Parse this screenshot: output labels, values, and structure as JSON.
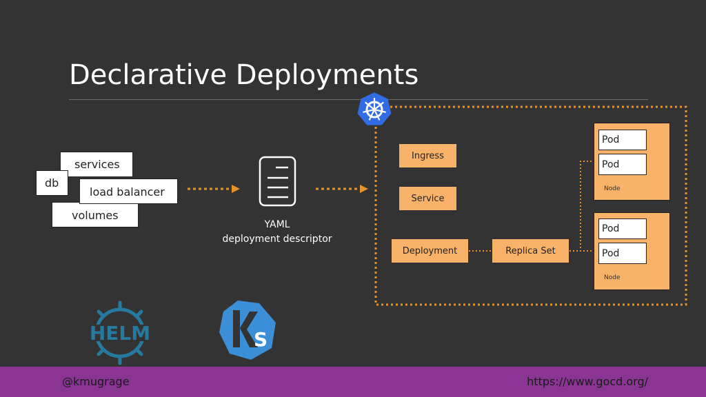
{
  "slide": {
    "title": "Declarative Deployments"
  },
  "resources": {
    "services": "services",
    "db": "db",
    "load_balancer": "load balancer",
    "volumes": "volumes"
  },
  "descriptor": {
    "line1": "YAML",
    "line2": "deployment descriptor",
    "icon": "document-icon"
  },
  "cluster": {
    "icon": "kubernetes-helm-wheel-icon",
    "ingress": "Ingress",
    "service": "Service",
    "deployment": "Deployment",
    "replica_set": "Replica Set",
    "nodes": [
      {
        "label": "Node",
        "pods": [
          "Pod",
          "Pod"
        ]
      },
      {
        "label": "Node",
        "pods": [
          "Pod",
          "Pod"
        ]
      }
    ]
  },
  "logos": {
    "helm": "HELM",
    "ksonnet_letters": "KS"
  },
  "footer": {
    "handle": "@kmugrage",
    "url": "https://www.gocd.org/"
  },
  "colors": {
    "background": "#333333",
    "accent_orange": "#f8b26a",
    "dotted_orange": "#e8922a",
    "footer_purple": "#8a3594",
    "helm_blue": "#277a9f",
    "ksonnet_blue": "#3b8fd6",
    "k8s_blue": "#326ce5"
  }
}
